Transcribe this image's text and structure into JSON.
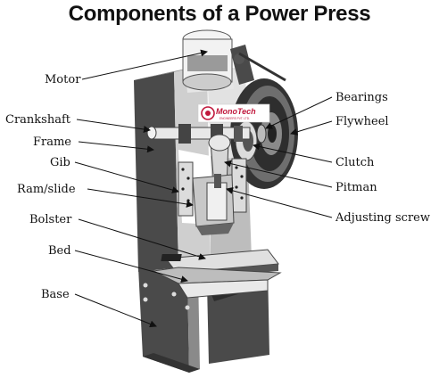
{
  "title": "Components of a Power Press",
  "logo": {
    "name": "MonoTech",
    "tagline": "ENGINEERS PVT. LTD."
  },
  "colors": {
    "dark": "#4a4a4a",
    "mid": "#8a8a8a",
    "light": "#cfcfcf",
    "white": "#ffffff",
    "brand": "#c0183c"
  },
  "labels": {
    "left": [
      "Motor",
      "Crankshaft",
      "Frame",
      "Gib",
      "Ram/slide",
      "Bolster",
      "Bed",
      "Base"
    ],
    "right": [
      "Bearings",
      "Flywheel",
      "Clutch",
      "Pitman",
      "Adjusting screw"
    ]
  }
}
